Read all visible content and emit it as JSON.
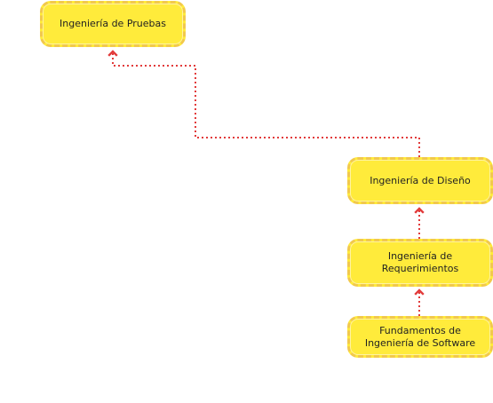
{
  "nodes": {
    "pruebas": "Ingeniería de Pruebas",
    "diseno": "Ingeniería de Diseño",
    "requerimientos": "Ingeniería de Requerimientos",
    "fundamentos": "Fundamentos de Ingeniería de Software"
  },
  "colors": {
    "node_fill": "#ffeb3b",
    "node_border": "#f2c94c",
    "edge": "#e23b3b"
  }
}
